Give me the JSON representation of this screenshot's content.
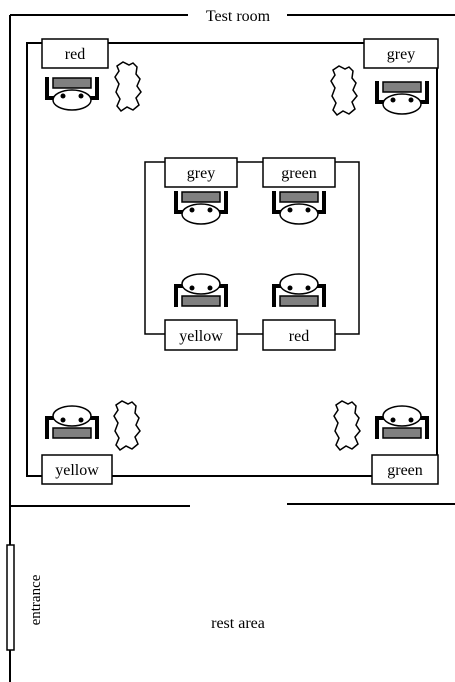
{
  "title": "Test room",
  "entrance_label": "entrance",
  "rest_area_label": "rest area",
  "workstations": [
    {
      "id": "corner-top-left",
      "label": "red"
    },
    {
      "id": "corner-top-right",
      "label": "grey"
    },
    {
      "id": "center-top-left",
      "label": "grey"
    },
    {
      "id": "center-top-right",
      "label": "green"
    },
    {
      "id": "center-bottom-left",
      "label": "yellow"
    },
    {
      "id": "center-bottom-right",
      "label": "red"
    },
    {
      "id": "corner-bottom-left",
      "label": "yellow"
    },
    {
      "id": "corner-bottom-right",
      "label": "green"
    }
  ],
  "colors": {
    "line": "#000000",
    "keyboard": "#808080",
    "background": "#ffffff"
  },
  "icons": [
    "workstation-icon",
    "person-icon",
    "plant-icon",
    "keyboard-icon"
  ]
}
